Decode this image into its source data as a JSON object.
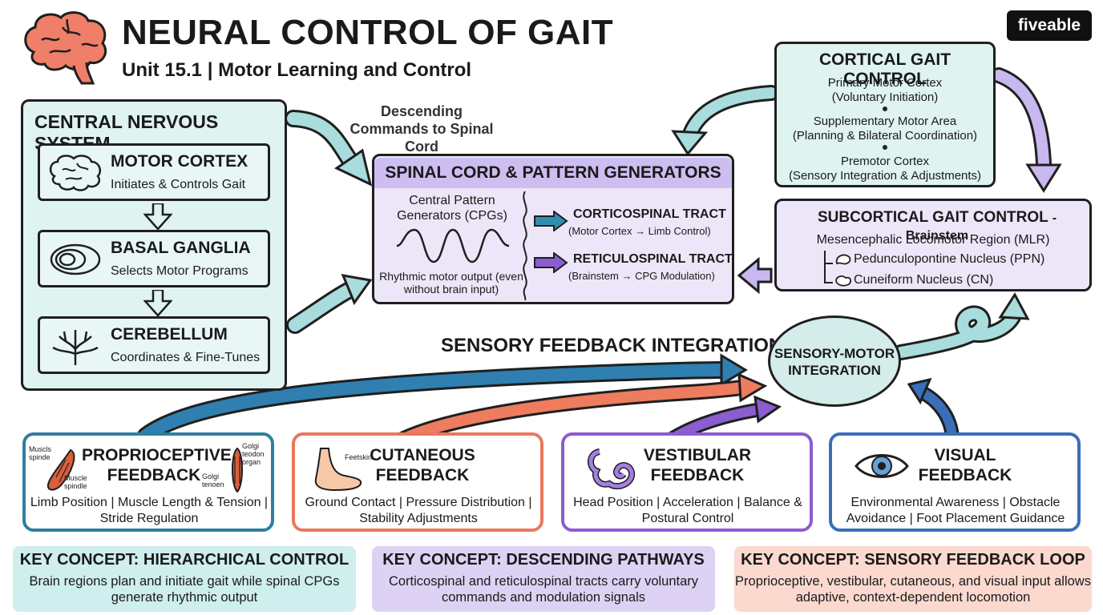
{
  "header": {
    "title": "NEURAL CONTROL OF GAIT",
    "subtitle": "Unit 15.1 | Motor Learning and Control",
    "logo_text": "fiveable"
  },
  "cns": {
    "title": "CENTRAL NERVOUS SYSTEM",
    "items": [
      {
        "title": "MOTOR CORTEX",
        "desc": "Initiates & Controls Gait",
        "icon": "brain-icon"
      },
      {
        "title": "BASAL GANGLIA",
        "desc": "Selects Motor Programs",
        "icon": "basal-ganglia-icon"
      },
      {
        "title": "CEREBELLUM",
        "desc": "Coordinates & Fine-Tunes",
        "icon": "cerebellum-tree-icon"
      }
    ]
  },
  "descending_label": "Descending Commands to Spinal Cord",
  "spinal": {
    "title": "SPINAL CORD & PATTERN GENERATORS",
    "cpg_title": "Central Pattern Generators (CPGs)",
    "cpg_desc": "Rhythmic motor output (even without brain input)",
    "tract1_title": "CORTICOSPINAL TRACT",
    "tract1_desc": "(Motor Cortex → Limb Control)",
    "tract2_title": "RETICULOSPINAL TRACT",
    "tract2_desc": "(Brainstem → CPG Modulation)"
  },
  "cortical": {
    "title": "CORTICAL GAIT CONTROL",
    "lines": [
      "Primary Motor Cortex",
      "(Voluntary Initiation)",
      "Supplementary Motor Area",
      "(Planning & Bilateral Coordination)",
      "Premotor Cortex",
      "(Sensory Integration & Adjustments)"
    ]
  },
  "subcortical": {
    "title": "SUBCORTICAL GAIT CONTROL",
    "title_suffix": "- Brainstem",
    "line1": "Mesencephalic Locomotor Region (MLR)",
    "line2": "Pedunculopontine Nucleus (PPN)",
    "line3": "Cuneiform Nucleus (CN)"
  },
  "sensory_heading": "SENSORY FEEDBACK INTEGRATION",
  "integration": "SENSORY-MOTOR INTEGRATION",
  "feedback": [
    {
      "title": "PROPRIOCEPTIVE FEEDBACK",
      "desc": "Limb Position | Muscle Length & Tension | Stride Regulation",
      "color": "#2f7f9f",
      "labels": [
        "Muscls spinde",
        "Muscle spindle",
        "Golgi teodon organ",
        "Golgi tenoen"
      ]
    },
    {
      "title": "CUTANEOUS FEEDBACK",
      "desc": "Ground Contact | Pressure Distribution | Stability Adjustments",
      "color": "#e8785e",
      "labels": [
        "Feetskin"
      ]
    },
    {
      "title": "VESTIBULAR FEEDBACK",
      "desc": "Head Position | Acceleration | Balance & Postural Control",
      "color": "#8a5dd0"
    },
    {
      "title": "VISUAL FEEDBACK",
      "desc": "Environmental Awareness | Obstacle Avoidance | Foot Placement Guidance",
      "color": "#3a6fb8"
    }
  ],
  "key_concepts": [
    {
      "title": "KEY CONCEPT: HIERARCHICAL CONTROL",
      "desc": "Brain regions plan and initiate gait while spinal CPGs generate rhythmic output",
      "color": "#cfeeee"
    },
    {
      "title": "KEY CONCEPT: DESCENDING PATHWAYS",
      "desc": "Corticospinal and reticulospinal tracts carry voluntary commands and modulation signals",
      "color": "#ddd2f4"
    },
    {
      "title": "KEY CONCEPT: SENSORY FEEDBACK LOOP",
      "desc": "Proprioceptive, vestibular, cutaneous, and visual input allows adaptive, context-dependent locomotion",
      "color": "#fbd9cf"
    }
  ]
}
